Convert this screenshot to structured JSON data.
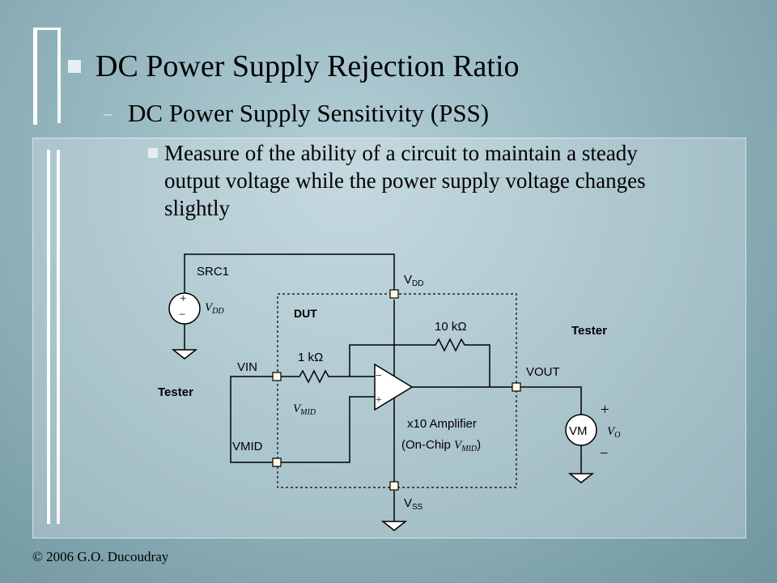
{
  "slide": {
    "title": "DC Power Supply Rejection Ratio",
    "subtitle_dash": "–",
    "subtitle": "DC Power Supply Sensitivity (PSS)",
    "body": "Measure of the ability of a circuit to maintain a steady output voltage while the power supply voltage changes slightly",
    "footer": "© 2006 G.O. Ducoudray"
  },
  "diagram": {
    "src1": "SRC1",
    "vdd_source_label_main": "V",
    "vdd_source_label_sub": "DD",
    "vdd_node_main": "V",
    "vdd_node_sub": "DD",
    "dut": "DUT",
    "r_feedback": "10 kΩ",
    "r_input": "1 kΩ",
    "tester_right": "Tester",
    "tester_left": "Tester",
    "vin": "VIN",
    "vout": "VOUT",
    "vmid": "VMID",
    "vmid_label_main": "V",
    "vmid_label_sub": "MID",
    "amp_line1": "x10 Amplifier",
    "amp_line2_prefix": "(On-Chip ",
    "amp_line2_main": "V",
    "amp_line2_sub": "MID",
    "amp_line2_suffix": ")",
    "vss_main": "V",
    "vss_sub": "SS",
    "vm": "VM",
    "vo_main": "V",
    "vo_sub": "O",
    "plus": "+",
    "minus": "−"
  },
  "colors": {
    "background": "#95b6bf",
    "panel_border": "#ffffff",
    "terminal_fill": "#fffbe0",
    "wire": "#000000"
  }
}
